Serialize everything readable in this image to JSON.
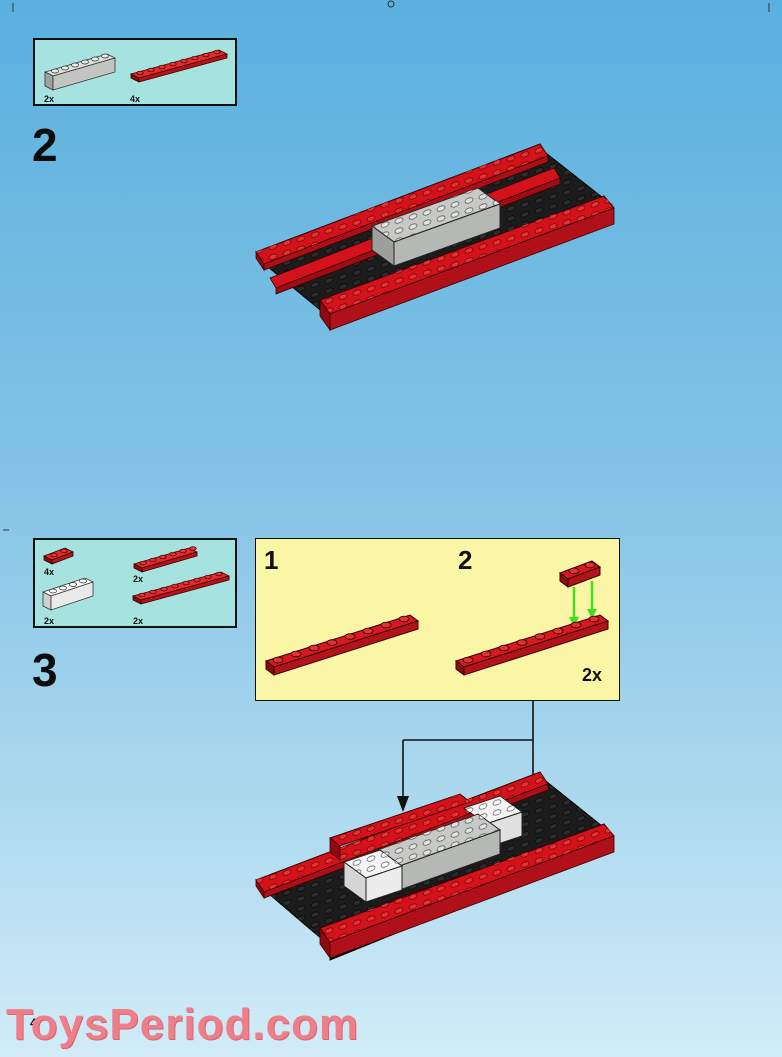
{
  "page": {
    "number": "4",
    "watermark": "ToysPeriod.com"
  },
  "step2": {
    "number": "2",
    "parts": [
      {
        "qty": "2x",
        "part": "light-gray-brick-1x6"
      },
      {
        "qty": "4x",
        "part": "red-plate-1x8"
      }
    ]
  },
  "step3": {
    "number": "3",
    "parts": [
      {
        "qty": "4x",
        "part": "red-plate-1x2"
      },
      {
        "qty": "2x",
        "part": "red-plate-1x6"
      },
      {
        "qty": "2x",
        "part": "white-brick-1x4"
      },
      {
        "qty": "2x",
        "part": "red-plate-1x8"
      }
    ],
    "subassembly": {
      "sub1_number": "1",
      "sub2_number": "2",
      "qty": "2x"
    }
  },
  "colors": {
    "red": "#d4121c",
    "black": "#1a1a1a",
    "gray": "#c7c9c6",
    "white": "#f4f4f4",
    "arrow_green": "#44dd22"
  }
}
